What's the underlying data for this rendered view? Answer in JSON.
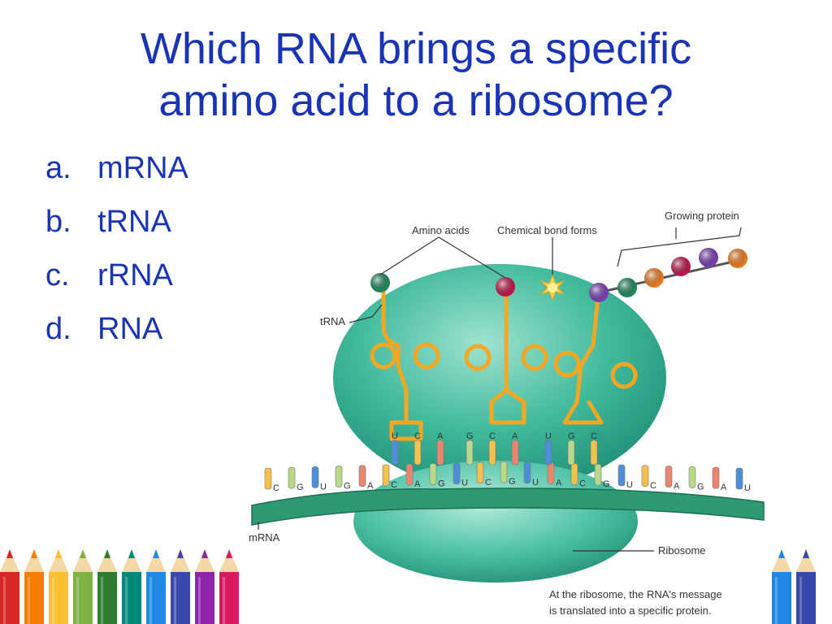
{
  "slide": {
    "title_line1": "Which RNA brings a specific",
    "title_line2": "amino acid to a ribosome?",
    "options": [
      {
        "letter": "a.",
        "text": "mRNA"
      },
      {
        "letter": "b.",
        "text": "tRNA"
      },
      {
        "letter": "c.",
        "text": "rRNA"
      },
      {
        "letter": "d.",
        "text": "RNA"
      }
    ]
  },
  "figure": {
    "labels": {
      "amino_acids": "Amino acids",
      "chemical_bond": "Chemical bond forms",
      "growing_protein": "Growing protein",
      "trna": "tRNA",
      "mrna": "mRNA",
      "ribosome": "Ribosome",
      "caption_line1": "At the ribosome, the RNA's message",
      "caption_line2": "is translated into a specific protein."
    },
    "mrna_bases": [
      "C",
      "G",
      "U",
      "G",
      "A",
      "C",
      "A",
      "G",
      "U",
      "C",
      "G",
      "U",
      "A",
      "C",
      "G",
      "U",
      "C",
      "A",
      "G",
      "A",
      "U"
    ],
    "trna_anticodons": [
      [
        "U",
        "C",
        "A"
      ],
      [
        "G",
        "C",
        "A"
      ],
      [
        "U",
        "G",
        "C"
      ]
    ],
    "colors": {
      "title": "#1a34b8",
      "ribosome": "#3fb99c",
      "ribosome_dark": "#1e8c74",
      "trna": "#f5a623",
      "mrna_strand": "#2e9a72"
    }
  }
}
